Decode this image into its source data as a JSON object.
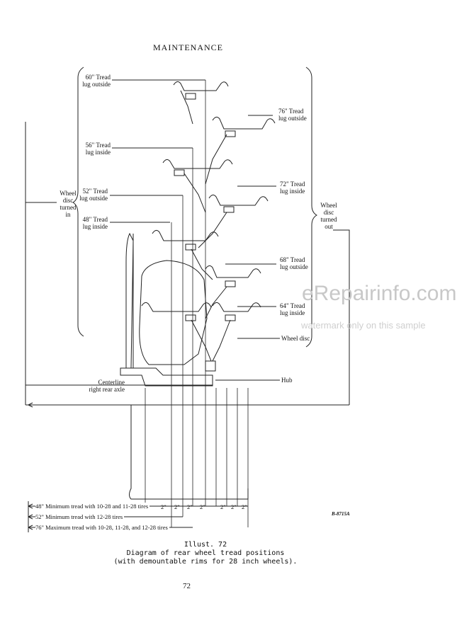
{
  "header": {
    "title": "MAINTENANCE"
  },
  "labels": {
    "t60": [
      "60\" Tread",
      "lug outside"
    ],
    "t76": [
      "76\" Tread",
      "lug outside"
    ],
    "t56": [
      "56\" Tread",
      "lug inside"
    ],
    "t72": [
      "72\" Tread",
      "lug inside"
    ],
    "t52": [
      "52\" Tread",
      "lug outside"
    ],
    "t48": [
      "48\" Tread",
      "lug inside"
    ],
    "t68": [
      "68\" Tread",
      "lug outside"
    ],
    "t64": [
      "64\" Tread",
      "lug inside"
    ],
    "disc_in": [
      "Wheel",
      "disc",
      "turned",
      "in"
    ],
    "disc_out": [
      "Wheel",
      "disc",
      "turned",
      "out"
    ],
    "wheel_disc": "Wheel disc",
    "hub": "Hub",
    "centerline": [
      "Centerline",
      "right rear axle"
    ]
  },
  "measurements": [
    "48\" Minimum tread with 10-28 and 11-28 tires",
    "52\" Minimum tread with 12-28 tires",
    "76\" Maximum tread with 10-28, 11-28, and 12-28 tires"
  ],
  "increments": [
    "2\"",
    "2\"",
    "2\"",
    "2\"",
    "2\"",
    "2\"",
    "2\""
  ],
  "figure_code": "B-8715A",
  "caption": {
    "number": "Illust. 72",
    "line1": "Diagram of rear wheel tread positions",
    "line2": "(with demountable rims for 28 inch wheels)."
  },
  "page_number": "72",
  "watermark": {
    "brand": "eRepairinfo.com",
    "note": "watermark only on this sample"
  }
}
